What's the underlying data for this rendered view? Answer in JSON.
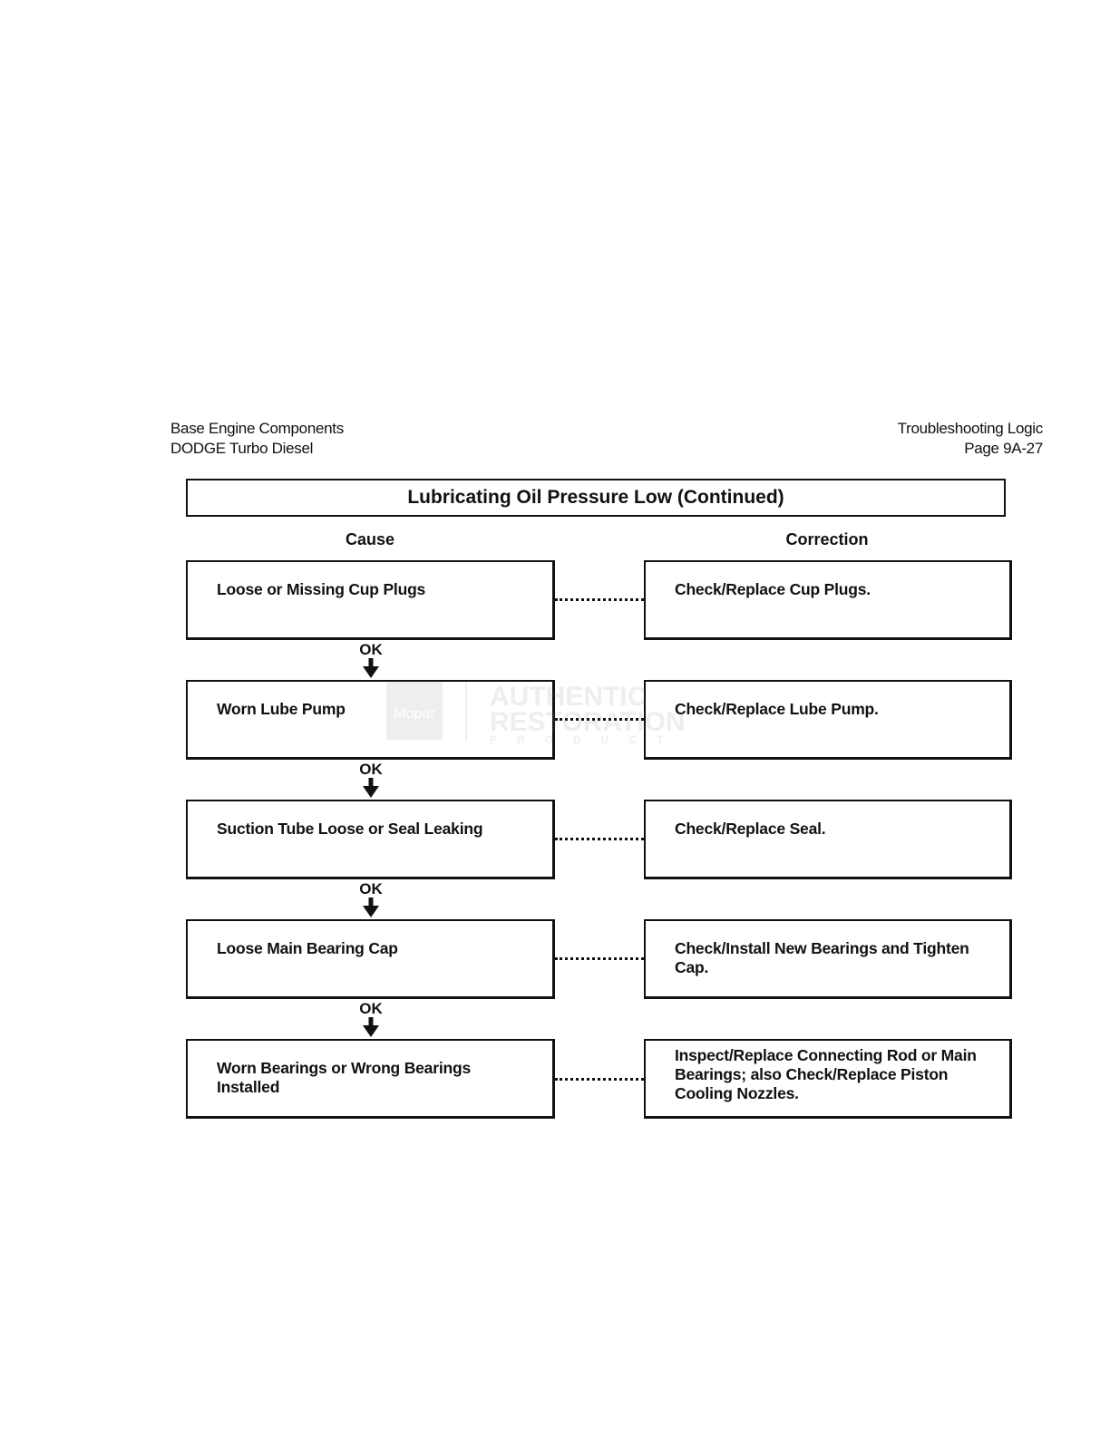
{
  "header": {
    "left_line1": "Base Engine Components",
    "left_line2": "DODGE Turbo Diesel",
    "right_line1": "Troubleshooting Logic",
    "right_line2": "Page 9A-27"
  },
  "chart_title": "Lubricating Oil Pressure Low (Continued)",
  "columns": {
    "cause": "Cause",
    "correction": "Correction"
  },
  "ok_label": "OK",
  "rows": [
    {
      "cause": "Loose or Missing Cup Plugs",
      "correction": "Check/Replace Cup Plugs."
    },
    {
      "cause": "Worn Lube Pump",
      "correction": "Check/Replace Lube Pump."
    },
    {
      "cause": "Suction Tube Loose or Seal Leaking",
      "correction": "Check/Replace Seal."
    },
    {
      "cause": "Loose Main Bearing Cap",
      "correction": "Check/Install New Bearings and Tighten Cap."
    },
    {
      "cause": "Worn Bearings or Wrong Bearings Installed",
      "correction": "Inspect/Replace Connecting Rod or Main Bearings; also Check/Replace Piston Cooling Nozzles."
    }
  ],
  "watermark": {
    "brand": "Mopar",
    "line1": "AUTHENTIC",
    "line2": "RESTORATION",
    "line3": "PRODUCT"
  }
}
